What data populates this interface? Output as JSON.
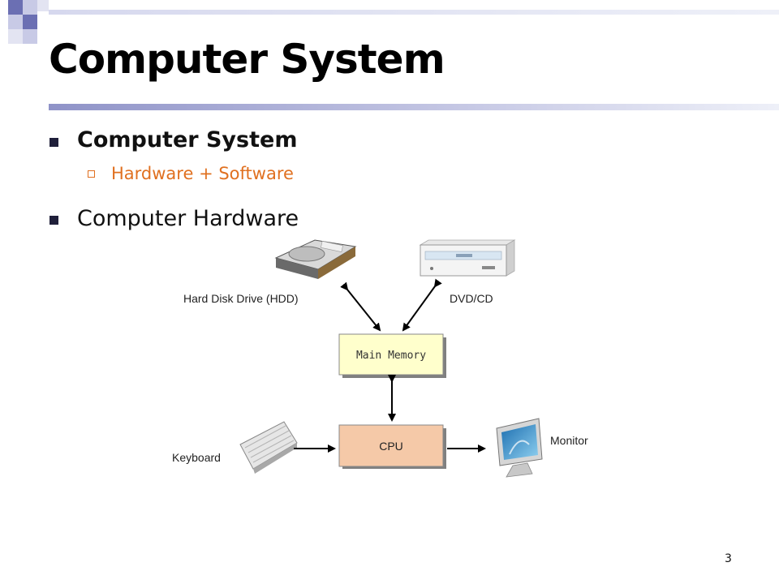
{
  "slide": {
    "title": "Computer System",
    "page_number": "3"
  },
  "bullets": [
    {
      "text": "Computer System",
      "level": 1,
      "bold": true
    },
    {
      "text": "Hardware + Software",
      "level": 2,
      "color": "#E07020"
    },
    {
      "text": "Computer Hardware",
      "level": 1,
      "bold": false
    }
  ],
  "diagram": {
    "main_memory": "Main Memory",
    "cpu": "CPU",
    "hdd": "Hard Disk Drive (HDD)",
    "dvd": "DVD/CD",
    "keyboard": "Keyboard",
    "monitor": "Monitor"
  },
  "colors": {
    "accent": "#E07020",
    "memory_box": "#FFFFCC",
    "cpu_box": "#F5C9A8",
    "rule": "#8F93C8"
  }
}
